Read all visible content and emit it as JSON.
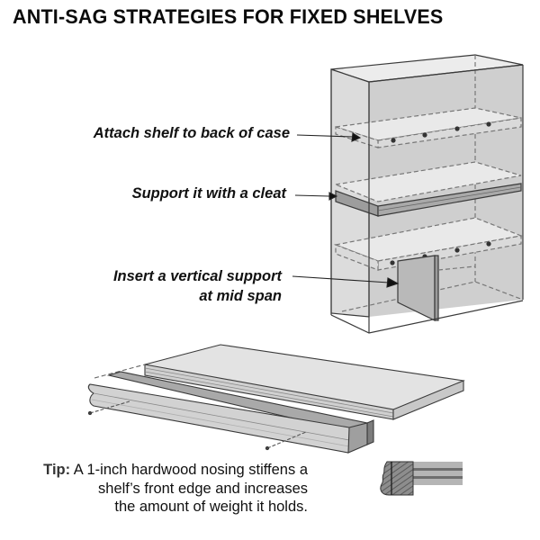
{
  "title": "ANTI-SAG STRATEGIES FOR FIXED SHELVES",
  "callouts": [
    {
      "line1": "Attach shelf to back of case",
      "line2": ""
    },
    {
      "line1": "Support it with a cleat",
      "line2": ""
    },
    {
      "line1": "Insert a vertical support",
      "line2": "at mid span"
    }
  ],
  "tip": {
    "label": "Tip:",
    "line1": " A 1-inch hardwood nosing stiffens a",
    "line2": "shelf’s front edge and increases",
    "line3": "the amount of weight it holds."
  },
  "illustrations": {
    "cabinet": "cabinet-with-three-shelves",
    "nosing": "shelf-with-hardwood-nosing-exploded",
    "profile": "nosing-profile-cross-section"
  },
  "colors": {
    "panel_light": "#e6e6e6",
    "panel_mid": "#d4d4d4",
    "panel_dark": "#c2c2c2",
    "line": "#3a3a3a",
    "dash": "#777777"
  }
}
